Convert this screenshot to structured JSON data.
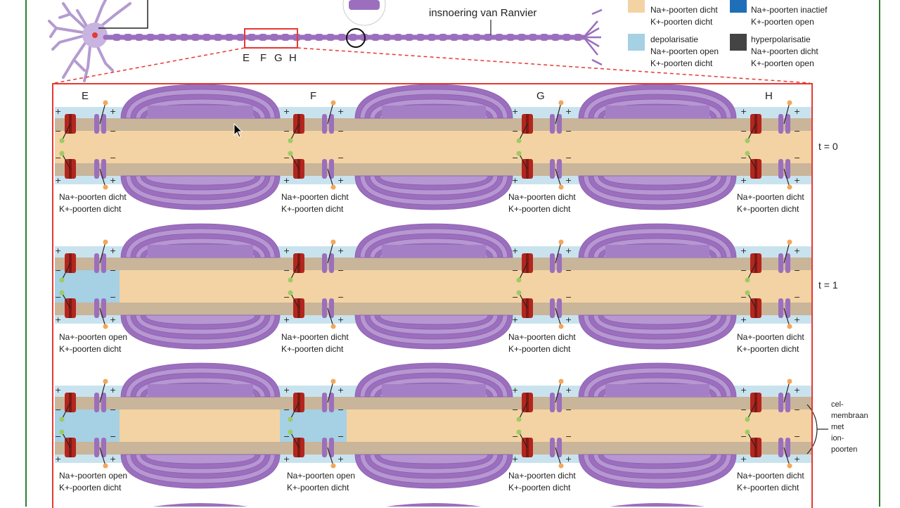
{
  "top_diagram": {
    "ranvier_label": "insnoering van Ranvier",
    "section_letters": [
      "E",
      "F",
      "G",
      "H"
    ]
  },
  "legend": {
    "items": [
      {
        "title": "",
        "lines": [
          "Na+-poorten dicht",
          "K+-poorten dicht"
        ],
        "color": "#f3d3a3"
      },
      {
        "title": "",
        "lines": [
          "Na+-poorten inactief",
          "K+-poorten open"
        ],
        "color": "#1e6fb8"
      },
      {
        "title": "depolarisatie",
        "lines": [
          "Na+-poorten open",
          "K+-poorten dicht"
        ],
        "color": "#a6d0e4"
      },
      {
        "title": "hyperpolarisatie",
        "lines": [
          "Na+-poorten dicht",
          "K+-poorten open"
        ],
        "color": "#444444"
      }
    ]
  },
  "nodes": [
    "E",
    "F",
    "G",
    "H"
  ],
  "rows": [
    {
      "time": "t = 0",
      "gates": [
        {
          "na": "Na+-poorten dicht",
          "k": "K+-poorten dicht"
        },
        {
          "na": "Na+-poorten dicht",
          "k": "K+-poorten dicht"
        },
        {
          "na": "Na+-poorten dicht",
          "k": "K+-poorten dicht"
        },
        {
          "na": "Na+-poorten dicht",
          "k": "K+-poorten dicht"
        }
      ]
    },
    {
      "time": "t = 1",
      "gates": [
        {
          "na": "Na+-poorten open",
          "k": "K+-poorten dicht"
        },
        {
          "na": "Na+-poorten dicht",
          "k": "K+-poorten dicht"
        },
        {
          "na": "Na+-poorten dicht",
          "k": "K+-poorten dicht"
        },
        {
          "na": "Na+-poorten dicht",
          "k": "K+-poorten dicht"
        }
      ]
    },
    {
      "time": "",
      "gates": [
        {
          "na": "Na+-poorten open",
          "k": "K+-poorten dicht"
        },
        {
          "na": "Na+-poorten open",
          "k": "K+-poorten dicht"
        },
        {
          "na": "Na+-poorten dicht",
          "k": "K+-poorten dicht"
        },
        {
          "na": "Na+-poorten dicht",
          "k": "K+-poorten dicht"
        }
      ]
    }
  ],
  "membrane_note": [
    "cel-",
    "membraan",
    "met",
    "ion-",
    "poorten"
  ],
  "colors": {
    "axon_inside": "#f3d3a3",
    "membrane": "#c8b59a",
    "outside_fluid": "#c9e3ee",
    "depolarized": "#a6d0e4",
    "myelin": "#9b6fbd",
    "na_channel": "#b3261e",
    "k_channel": "#9b6fbd",
    "highlight_box": "#e53935"
  }
}
